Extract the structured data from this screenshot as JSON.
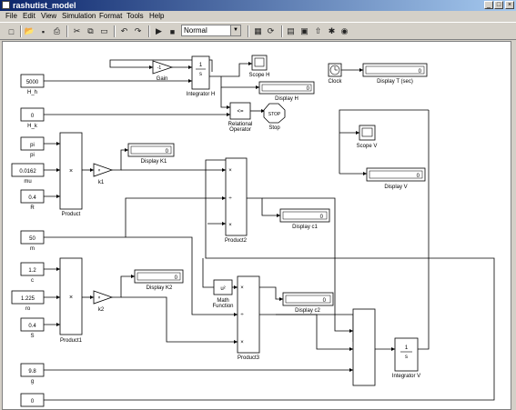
{
  "window": {
    "title": "rashutist_model"
  },
  "menu": [
    "File",
    "Edit",
    "View",
    "Simulation",
    "Format",
    "Tools",
    "Help"
  ],
  "toolbar": {
    "sim_mode": "Normal"
  },
  "blocks": {
    "h_h": {
      "value": "5000",
      "label": "H_h"
    },
    "h_k": {
      "value": "0",
      "label": "H_k"
    },
    "pi": {
      "value": "pi",
      "label": "pi"
    },
    "mu": {
      "value": "0.0162",
      "label": "mu"
    },
    "r": {
      "value": "0.4",
      "label": "R"
    },
    "m": {
      "value": "50",
      "label": "m"
    },
    "c": {
      "value": "1.2",
      "label": "c"
    },
    "ro": {
      "value": "1.225",
      "label": "ro"
    },
    "s": {
      "value": "0.4",
      "label": "S"
    },
    "g": {
      "value": "9.8",
      "label": "g"
    },
    "zero": {
      "value": "0"
    },
    "gain": {
      "value": "-1",
      "label": "Gain"
    },
    "integrator_h": {
      "label": "Integrator H",
      "num": "1",
      "den": "s"
    },
    "integrator_v": {
      "label": "Integrator V",
      "num": "1",
      "den": "s"
    },
    "scope_h": "Scope H",
    "scope_v": "Scope V",
    "display_h": {
      "value": "0",
      "label": "Display H"
    },
    "display_t": {
      "value": "0",
      "label": "Display T (sec)"
    },
    "display_k1": {
      "value": "0",
      "label": "Display K1"
    },
    "display_v": {
      "value": "0",
      "label": "Display V"
    },
    "display_c1": {
      "value": "0",
      "label": "Display c1"
    },
    "display_k2": {
      "value": "0",
      "label": "Display K2"
    },
    "display_c2": {
      "value": "0",
      "label": "Display c2"
    },
    "clock": "Clock",
    "relop": {
      "symbol": "<=",
      "label1": "Relational",
      "label2": "Operator"
    },
    "stop": {
      "symbol": "STOP",
      "label": "Stop"
    },
    "product": "Product",
    "product1": "Product1",
    "product2": "Product2",
    "product3": "Product3",
    "k1": "k1",
    "k2": "k2",
    "math": {
      "symbol": "u²",
      "label1": "Math",
      "label2": "Function"
    },
    "mult": "×",
    "div": "÷"
  }
}
